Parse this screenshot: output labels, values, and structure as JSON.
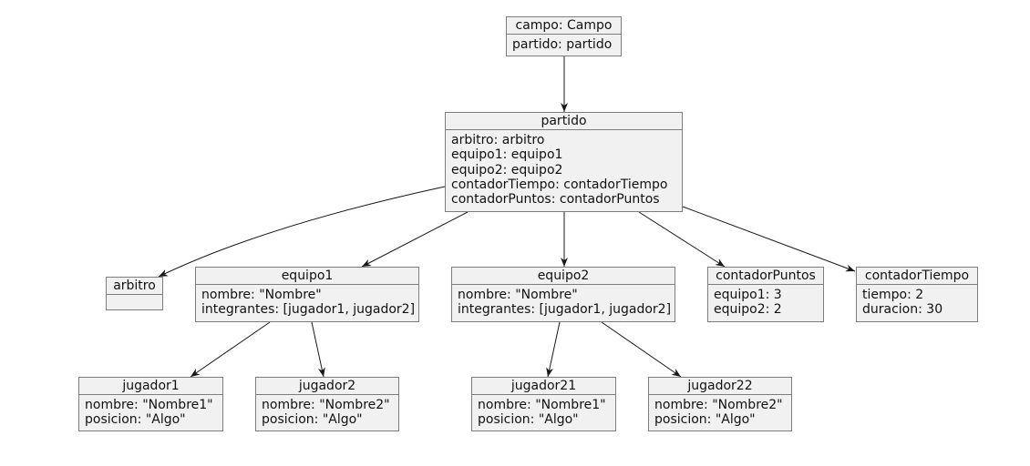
{
  "colors": {
    "fill": "#f1f1f1",
    "border": "#7d7d7d",
    "edge": "#181818",
    "text": "#111111"
  },
  "nodes": {
    "campo": {
      "title": "campo: Campo",
      "rows": [
        "partido: partido"
      ]
    },
    "partido": {
      "title": "partido",
      "rows": [
        "arbitro: arbitro",
        "equipo1: equipo1",
        "equipo2: equipo2",
        "contadorTiempo: contadorTiempo",
        "contadorPuntos: contadorPuntos"
      ]
    },
    "arbitro": {
      "title": "arbitro",
      "rows": []
    },
    "equipo1": {
      "title": "equipo1",
      "rows": [
        "nombre: \"Nombre\"",
        "integrantes: [jugador1, jugador2]"
      ]
    },
    "equipo2": {
      "title": "equipo2",
      "rows": [
        "nombre: \"Nombre\"",
        "integrantes: [jugador1, jugador2]"
      ]
    },
    "contadorPuntos": {
      "title": "contadorPuntos",
      "rows": [
        "equipo1: 3",
        "equipo2: 2"
      ]
    },
    "contadorTiempo": {
      "title": "contadorTiempo",
      "rows": [
        "tiempo: 2",
        "duracion: 30"
      ]
    },
    "jugador1": {
      "title": "jugador1",
      "rows": [
        "nombre: \"Nombre1\"",
        "posicion: \"Algo\""
      ]
    },
    "jugador2": {
      "title": "jugador2",
      "rows": [
        "nombre: \"Nombre2\"",
        "posicion: \"Algo\""
      ]
    },
    "jugador21": {
      "title": "jugador21",
      "rows": [
        "nombre: \"Nombre1\"",
        "posicion: \"Algo\""
      ]
    },
    "jugador22": {
      "title": "jugador22",
      "rows": [
        "nombre: \"Nombre2\"",
        "posicion: \"Algo\""
      ]
    }
  },
  "edges": [
    {
      "from": "campo",
      "to": "partido"
    },
    {
      "from": "partido",
      "to": "arbitro"
    },
    {
      "from": "partido",
      "to": "equipo1"
    },
    {
      "from": "partido",
      "to": "equipo2"
    },
    {
      "from": "partido",
      "to": "contadorPuntos"
    },
    {
      "from": "partido",
      "to": "contadorTiempo"
    },
    {
      "from": "equipo1",
      "to": "jugador1"
    },
    {
      "from": "equipo1",
      "to": "jugador2"
    },
    {
      "from": "equipo2",
      "to": "jugador21"
    },
    {
      "from": "equipo2",
      "to": "jugador22"
    }
  ]
}
